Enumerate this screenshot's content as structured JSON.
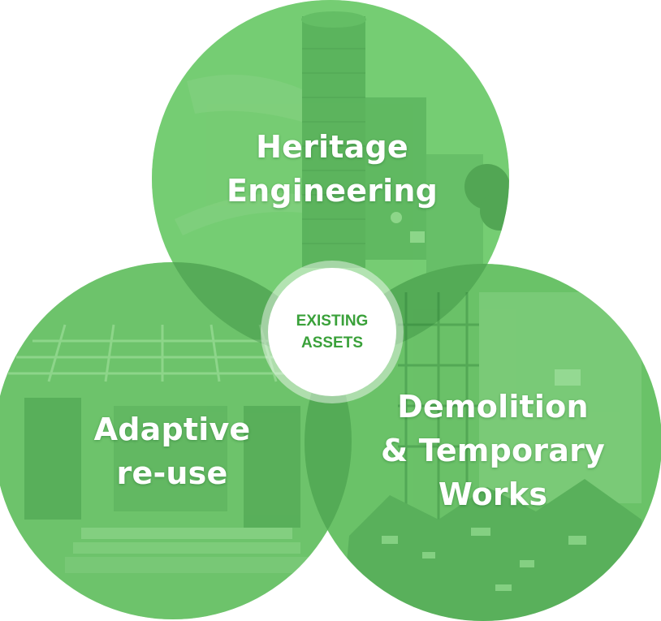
{
  "diagram": {
    "type": "venn",
    "center_label": [
      "EXISTING",
      "ASSETS"
    ],
    "circles": [
      {
        "id": "top",
        "lines": [
          "Heritage",
          "Engineering"
        ]
      },
      {
        "id": "left",
        "lines": [
          "Adaptive",
          "re-use"
        ]
      },
      {
        "id": "right",
        "lines": [
          "Demolition",
          "& Temporary",
          "Works"
        ]
      }
    ]
  },
  "colors": {
    "circle_fill": "#5cc25c",
    "overlap_fill": "#3f9f42",
    "center_text": "#3aa13a",
    "label_text": "#ffffff"
  }
}
